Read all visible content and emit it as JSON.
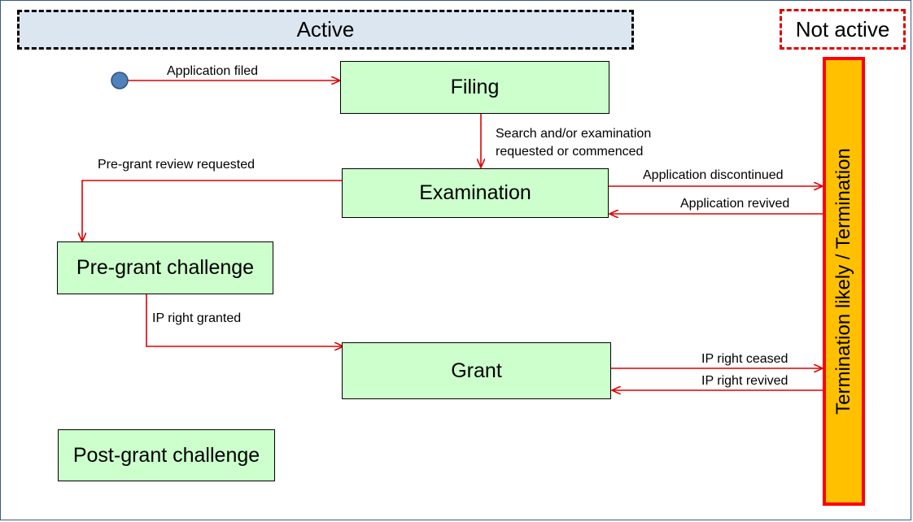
{
  "banners": {
    "active": "Active",
    "not_active": "Not active"
  },
  "states": {
    "filing": "Filing",
    "examination": "Examination",
    "pre_grant_challenge": "Pre-grant challenge",
    "grant": "Grant",
    "post_grant_challenge": "Post-grant challenge"
  },
  "terminal": "Termination likely / Termination",
  "transitions": {
    "application_filed": "Application filed",
    "search_line1": "Search and/or examination",
    "search_line2": "requested or commenced",
    "pre_grant_review": "Pre-grant review requested",
    "application_discontinued": "Application discontinued",
    "application_revived": "Application revived",
    "ip_right_granted": "IP right granted",
    "ip_right_ceased": "IP right ceased",
    "ip_right_revived": "IP right revived"
  },
  "colors": {
    "state_fill": "#ccffcc",
    "active_fill": "#dce6f1",
    "terminal_fill": "#ffc000",
    "arrow": "#e00000",
    "start_node": "#4f81bd"
  }
}
